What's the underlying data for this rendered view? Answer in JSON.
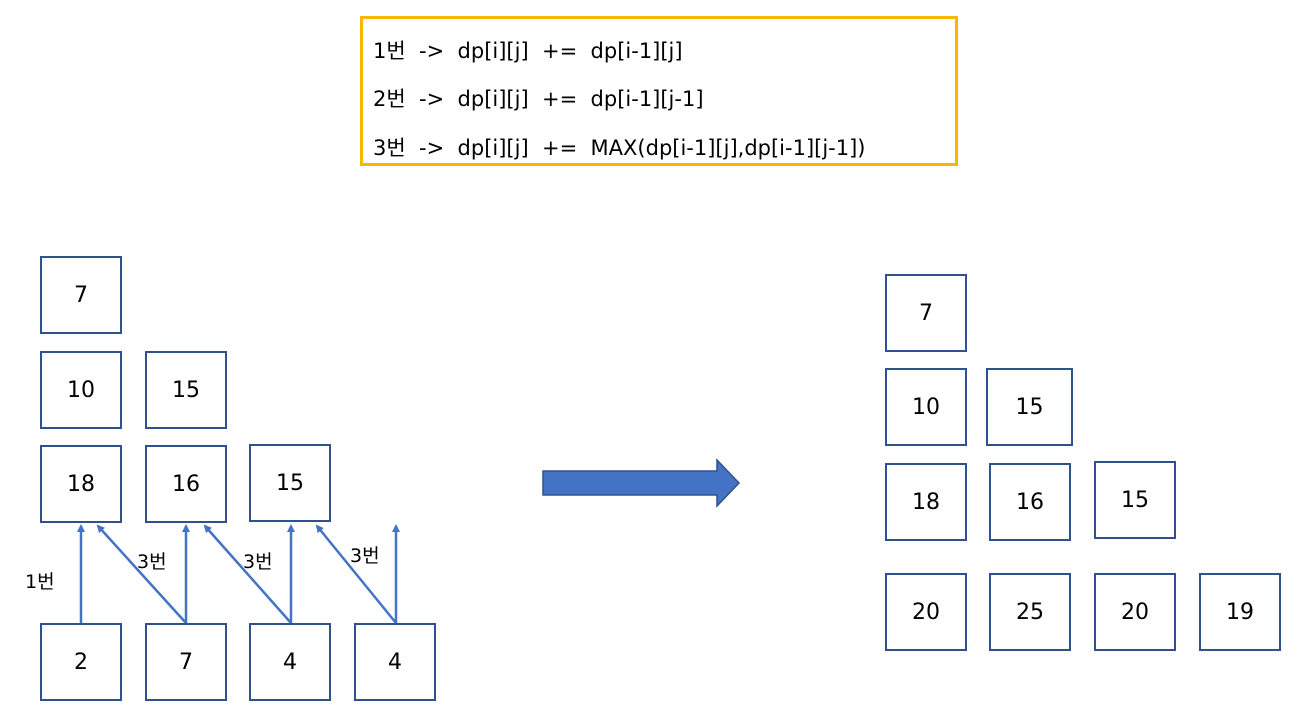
{
  "formulas": [
    "1번  ->  dp[i][j]  +=  dp[i-1][j]",
    "2번  ->  dp[i][j]  +=  dp[i-1][j-1]",
    "3번  ->  dp[i][j]  +=  MAX(dp[i-1][j],dp[i-1][j-1])"
  ],
  "left_triangle": {
    "row1": [
      "7"
    ],
    "row2": [
      "10",
      "15"
    ],
    "row3": [
      "18",
      "16",
      "15"
    ],
    "row4": [
      "2",
      "7",
      "4",
      "4"
    ]
  },
  "arrow_labels": [
    "1번",
    "3번",
    "3번",
    "3번"
  ],
  "right_triangle": {
    "row1": [
      "7"
    ],
    "row2": [
      "10",
      "15"
    ],
    "row3": [
      "18",
      "16",
      "15"
    ],
    "row4": [
      "20",
      "25",
      "20",
      "19"
    ]
  },
  "colors": {
    "formula_border": "#f5b800",
    "cell_border": "#2f528f",
    "arrow": "#4472c4",
    "big_arrow_fill": "#4472c4",
    "big_arrow_stroke": "#2f528f"
  }
}
